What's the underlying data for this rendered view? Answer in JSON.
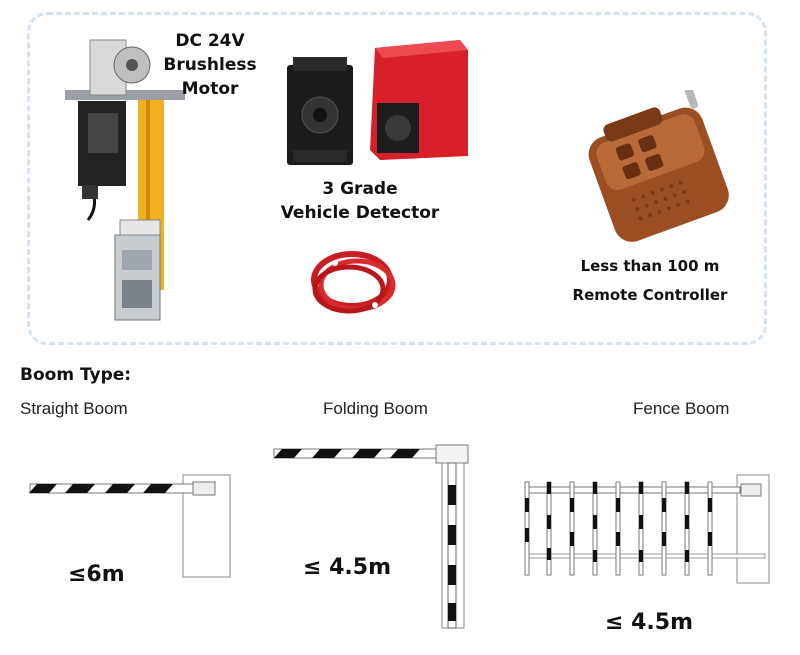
{
  "components": {
    "motor": {
      "line1": "DC 24V",
      "line2": "Brushless",
      "line3": "Motor"
    },
    "detector": {
      "line1": "3 Grade",
      "line2": "Vehicle Detector"
    },
    "remote": {
      "line1": "Less than 100 m",
      "line2": "Remote Controller"
    }
  },
  "boom_section": {
    "heading": "Boom Type:",
    "types": [
      {
        "name": "Straight Boom",
        "length": "≤6m"
      },
      {
        "name": "Folding Boom",
        "length": "≤ 4.5m"
      },
      {
        "name": "Fence Boom",
        "length": "≤ 4.5m"
      }
    ]
  },
  "colors": {
    "panel_border": "#d6e4f0",
    "boom_stripe": "#111111",
    "motor_post": "#f0b020",
    "detector_red": "#d8202a",
    "remote_body": "#9a4e22"
  },
  "icons": [
    "motor-assembly-image",
    "relay-socket-image",
    "vehicle-detector-image",
    "loop-coil-image",
    "remote-controller-image"
  ]
}
